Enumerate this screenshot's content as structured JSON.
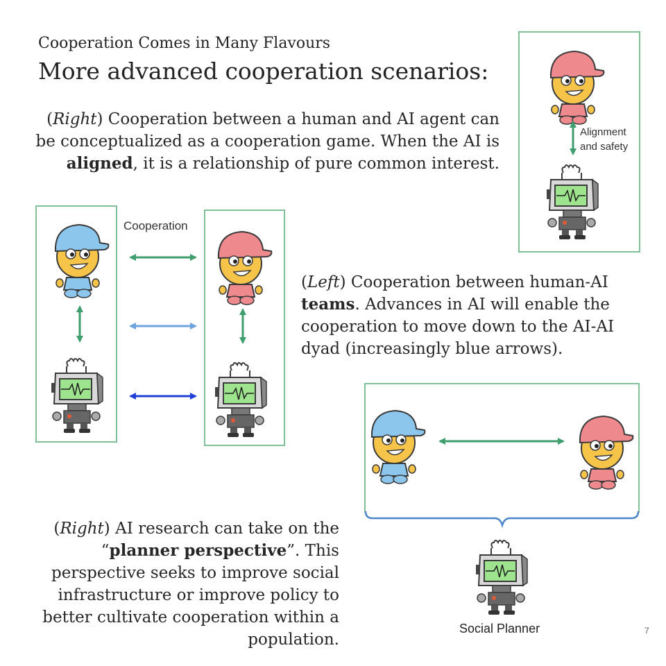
{
  "header": {
    "subtitle": "Cooperation Comes in Many Flavours",
    "title": "More advanced cooperation scenarios:"
  },
  "paragraph_1": {
    "prefix_open": "(",
    "prefix_italic": "Right",
    "text_a": ") Cooperation between a human and AI agent can be conceptualized as a cooperation game. When the AI is ",
    "bold": "aligned",
    "text_b": ", it is a relationship of pure common interest."
  },
  "paragraph_2": {
    "prefix_open": "(",
    "prefix_italic": "Left",
    "text_a": ") Cooperation between human-AI ",
    "bold": "teams",
    "text_b": ". Advances in AI will enable the cooperation to move down to the AI-AI dyad (increasingly blue arrows)."
  },
  "paragraph_3": {
    "prefix_open": "(",
    "prefix_italic": "Right",
    "text_a": ") AI research can take on the “",
    "bold": "planner perspective",
    "text_b": "”. This perspective seeks to improve social infrastructure or improve policy to better cultivate cooperation within a population."
  },
  "diagrams": {
    "cooperation_label": "Cooperation",
    "alignment_label_line1": "Alignment",
    "alignment_label_line2": "and safety",
    "social_planner_label": "Social Planner"
  },
  "colors": {
    "box_border": "#7fbf98",
    "arrow_green": "#3e9e6e",
    "arrow_light_blue": "#6fa3e0",
    "arrow_blue": "#1f3fd6",
    "brace_blue": "#4a86c8",
    "human_blue": "#8cc6ec",
    "human_red": "#ee8a8e",
    "skin": "#f7c44a"
  },
  "page_number": "7"
}
